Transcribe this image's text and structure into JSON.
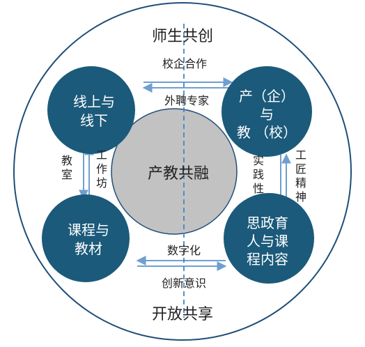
{
  "diagram": {
    "top_title": "师生共创",
    "bottom_title": "开放共享",
    "center": {
      "label": "产教共融"
    },
    "nodes": {
      "top_left": [
        "线上与",
        "线下"
      ],
      "top_right": [
        "产（企）",
        "与",
        "教 （校）"
      ],
      "bottom_left": [
        "课程与",
        "教材"
      ],
      "bottom_right": [
        "思政育",
        "人与课",
        "程内容"
      ]
    },
    "links": {
      "top_above": "校企合作",
      "top_below": "外聘专家",
      "left_outer": "教室",
      "left_inner": "工作坊",
      "right_inner": "实践性",
      "right_outer": "工匠精神",
      "bottom_above": "数字化",
      "bottom_below": "创新意识"
    },
    "colors": {
      "node_fill": "#1b5a7a",
      "node_text": "#ffffff",
      "center_fill": "#c2c2c2",
      "ring_stroke": "#1f4e79",
      "arrow": "#6f9fcf",
      "dashed_axis": "#3f86c6",
      "text": "#222222"
    }
  }
}
